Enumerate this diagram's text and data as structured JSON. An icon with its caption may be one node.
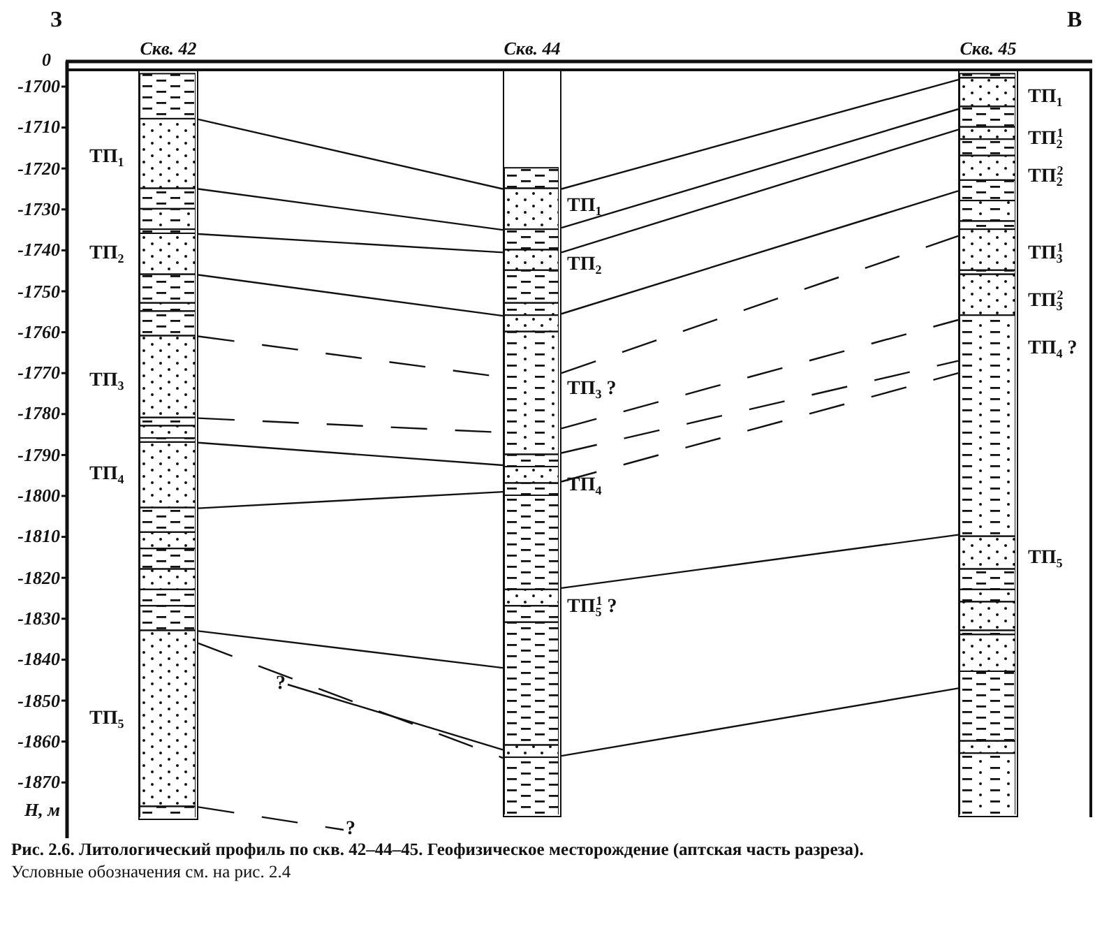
{
  "diagram": {
    "caption": "**Рис. 2.6. Литологический профиль по скв. 42–44–45. Геофизическое месторождение (аптская часть разреза).** Условные обозначения см. на рис. 2.4",
    "nodes": [
      {
        "text": [
          "Скв. 42"
        ],
        "beside": [
          "ТП$_{1}$",
          "ТП$_{2}$",
          "ТП$_{3}$",
          "ТП$_{4}$",
          "ТП$_{5}$"
        ]
      },
      {
        "text": [
          "Скв. 44"
        ],
        "beside": [
          "ТП$_{1}$",
          "ТП$_{2}$",
          "ТП$_{3}$ ?",
          "ТП$_{4}$",
          "ТП$_{5}$$^{1}$ ?"
        ]
      },
      {
        "text": [
          "Скв. 45"
        ],
        "beside": [
          "ТП$_{1}$",
          "ТП$_{2}$$^{1}$",
          "ТП$_{2}$$^{2}$",
          "ТП$_{3}$$^{1}$",
          "ТП$_{3}$$^{2}$",
          "ТП$_{4}$ ?",
          "ТП$_{5}$"
        ]
      },
      {
        "text": [
          "?"
        ]
      },
      {
        "text": [
          "?"
        ]
      }
    ],
    "edges": [
      {
        "from": 0,
        "to": 1,
        "arrow": "none"
      },
      {
        "from": 0,
        "to": 1,
        "arrow": "none"
      },
      {
        "from": 0,
        "to": 1,
        "arrow": "none"
      },
      {
        "from": 0,
        "to": 1,
        "arrow": "none"
      },
      {
        "from": 0,
        "to": 1,
        "arrow": "none",
        "style": "dashed"
      },
      {
        "from": 0,
        "to": 1,
        "arrow": "none",
        "style": "dashed"
      },
      {
        "from": 0,
        "to": 1,
        "arrow": "none"
      },
      {
        "from": 0,
        "to": 1,
        "arrow": "none"
      },
      {
        "from": 0,
        "to": 1,
        "arrow": "none"
      },
      {
        "from": 0,
        "to": 1,
        "arrow": "none",
        "style": "dashed"
      },
      {
        "from": 3,
        "to": 1,
        "arrow": "none"
      },
      {
        "from": 0,
        "to": 4,
        "arrow": "none",
        "style": "dashed"
      },
      {
        "from": 1,
        "to": 2,
        "arrow": "none"
      },
      {
        "from": 1,
        "to": 2,
        "arrow": "none"
      },
      {
        "from": 1,
        "to": 2,
        "arrow": "none"
      },
      {
        "from": 1,
        "to": 2,
        "arrow": "none"
      },
      {
        "from": 1,
        "to": 2,
        "arrow": "none",
        "style": "dashed"
      },
      {
        "from": 1,
        "to": 2,
        "arrow": "none",
        "style": "dashed"
      },
      {
        "from": 1,
        "to": 2,
        "arrow": "none",
        "style": "dashed"
      },
      {
        "from": 1,
        "to": 2,
        "arrow": "none",
        "style": "dashed"
      },
      {
        "from": 1,
        "to": 2,
        "arrow": "none"
      },
      {
        "from": 1,
        "to": 2,
        "arrow": "none"
      }
    ],
    "labels": [
      "З",
      "В",
      "0",
      "-1700",
      "-1710",
      "-1720",
      "-1730",
      "-1740",
      "-1750",
      "-1760",
      "-1770",
      "-1780",
      "-1790",
      "-1800",
      "-1810",
      "-1820",
      "-1830",
      "-1840",
      "-1850",
      "-1860",
      "-1870",
      "*H*, м"
    ]
  }
}
